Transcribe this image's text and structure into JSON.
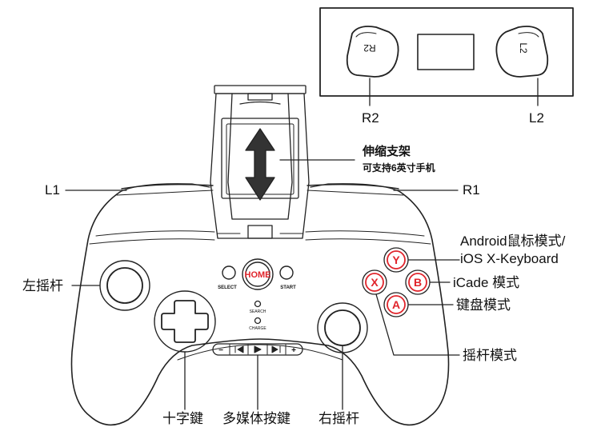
{
  "inset": {
    "r2_key": "R2",
    "l2_key": "L2",
    "r2_label": "R2",
    "l2_label": "L2"
  },
  "holder": {
    "title": "伸缩支架",
    "subtitle": "可支持6英寸手机"
  },
  "shoulder": {
    "l1": "L1",
    "r1": "R1"
  },
  "controller": {
    "home": "HOME",
    "select": "SELECT",
    "start": "START",
    "search": "SEARCH",
    "charge": "CHARGE",
    "media_minus": "−",
    "media_plus": "+",
    "btn_y": "Y",
    "btn_x": "X",
    "btn_b": "B",
    "btn_a": "A",
    "accent_red": "#e0242b"
  },
  "callouts": {
    "left_stick": "左摇杆",
    "android_line1": "Android鼠标模式/",
    "android_line2": "iOS X-Keyboard",
    "icade": "iCade 模式",
    "keyboard": "键盘模式",
    "joystick_mode": "摇杆模式",
    "dpad": "十字鍵",
    "media": "多媒体按鍵",
    "right_stick": "右摇杆"
  }
}
